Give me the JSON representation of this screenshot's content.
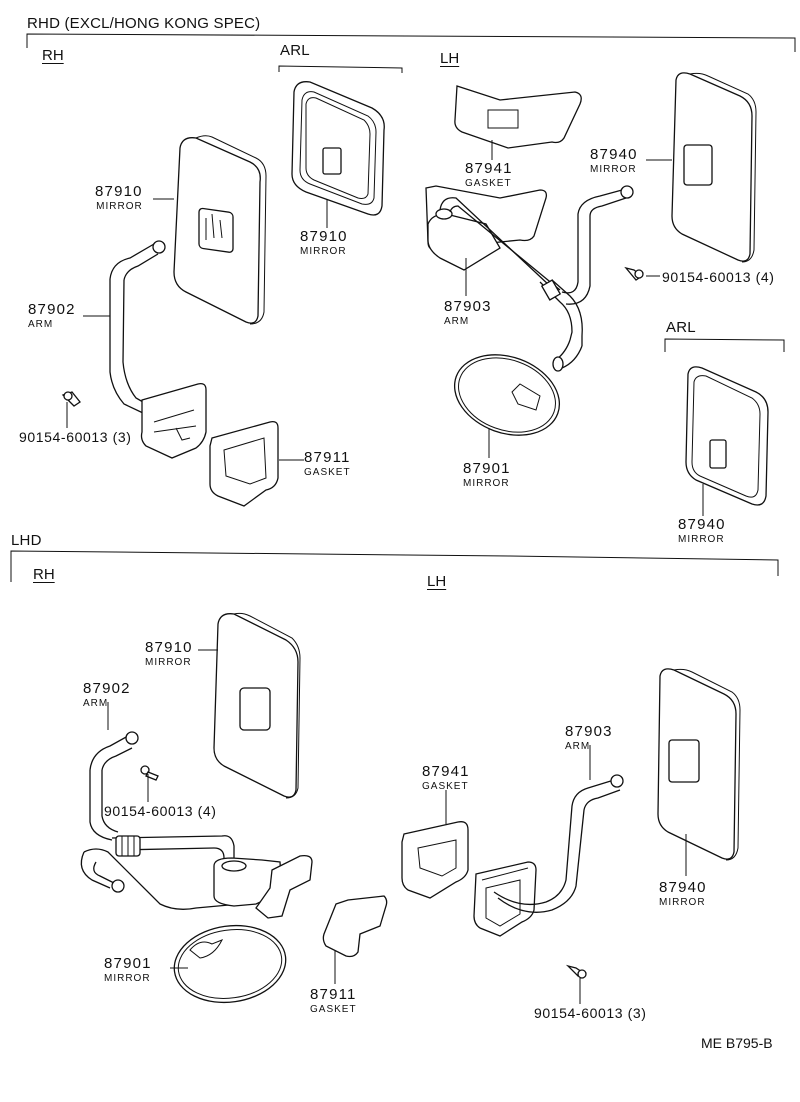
{
  "diagram_code": "ME B795-B",
  "sections": [
    {
      "title": "RHD (EXCL/HONG KONG SPEC)",
      "groups": [
        {
          "side": "RH",
          "parts": [
            {
              "number": "87910",
              "name": "MIRROR"
            },
            {
              "number": "87902",
              "name": "ARM"
            },
            {
              "number": "87911",
              "name": "GASKET"
            },
            {
              "number": "90154-60013 (3)",
              "name": ""
            }
          ],
          "variant": {
            "label": "ARL",
            "parts": [
              {
                "number": "87910",
                "name": "MIRROR"
              }
            ]
          }
        },
        {
          "side": "LH",
          "parts": [
            {
              "number": "87941",
              "name": "GASKET"
            },
            {
              "number": "87940",
              "name": "MIRROR"
            },
            {
              "number": "90154-60013 (4)",
              "name": ""
            },
            {
              "number": "87903",
              "name": "ARM"
            },
            {
              "number": "87901",
              "name": "MIRROR"
            }
          ],
          "variant": {
            "label": "ARL",
            "parts": [
              {
                "number": "87940",
                "name": "MIRROR"
              }
            ]
          }
        }
      ]
    },
    {
      "title": "LHD",
      "groups": [
        {
          "side": "RH",
          "parts": [
            {
              "number": "87910",
              "name": "MIRROR"
            },
            {
              "number": "87902",
              "name": "ARM"
            },
            {
              "number": "90154-60013 (4)",
              "name": ""
            },
            {
              "number": "87901",
              "name": "MIRROR"
            },
            {
              "number": "87911",
              "name": "GASKET"
            }
          ]
        },
        {
          "side": "LH",
          "parts": [
            {
              "number": "87903",
              "name": "ARM"
            },
            {
              "number": "87941",
              "name": "GASKET"
            },
            {
              "number": "87940",
              "name": "MIRROR"
            },
            {
              "number": "90154-60013 (3)",
              "name": ""
            }
          ]
        }
      ]
    }
  ]
}
